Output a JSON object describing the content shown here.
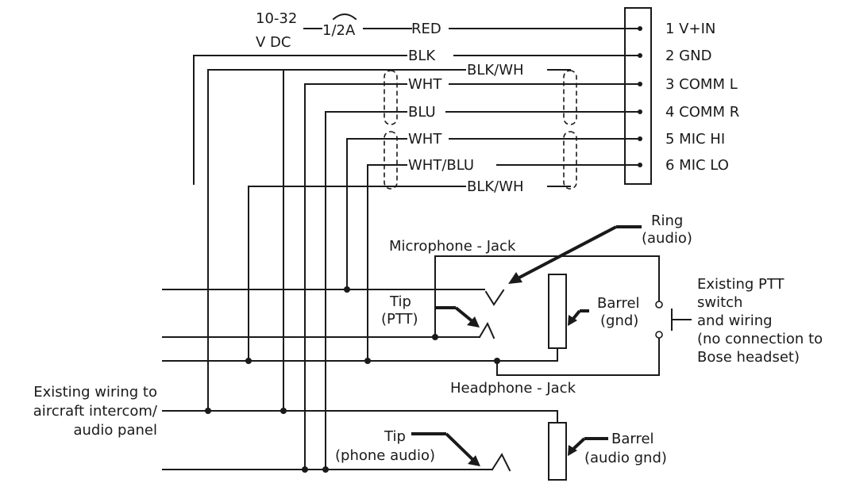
{
  "power": {
    "voltage_line1": "10-32",
    "voltage_line2": "V DC",
    "fuse": "1/2A"
  },
  "wires": {
    "red": "RED",
    "blk": "BLK",
    "blk_wh_top": "BLK/WH",
    "wht_comm": "WHT",
    "blu": "BLU",
    "wht_mic": "WHT",
    "wht_blu": "WHT/BLU",
    "blk_wh_bottom": "BLK/WH"
  },
  "connector": {
    "pins": [
      "1 V+IN",
      "2 GND",
      "3 COMM L",
      "4 COMM R",
      "5 MIC HI",
      "6 MIC LO"
    ]
  },
  "mic_jack": {
    "title": "Microphone - Jack",
    "ring_line1": "Ring",
    "ring_line2": "(audio)",
    "tip_line1": "Tip",
    "tip_line2": "(PTT)",
    "barrel_line1": "Barrel",
    "barrel_line2": "(gnd)"
  },
  "ptt": {
    "lines": [
      "Existing PTT",
      "switch",
      "and wiring",
      "(no connection to",
      "Bose headset)"
    ]
  },
  "headphone_jack": {
    "title": "Headphone - Jack",
    "tip_line1": "Tip",
    "tip_line2": "(phone audio)",
    "barrel_line1": "Barrel",
    "barrel_line2": "(audio gnd)"
  },
  "existing_wiring": {
    "lines": [
      "Existing wiring to",
      "aircraft intercom/",
      "audio panel"
    ]
  }
}
